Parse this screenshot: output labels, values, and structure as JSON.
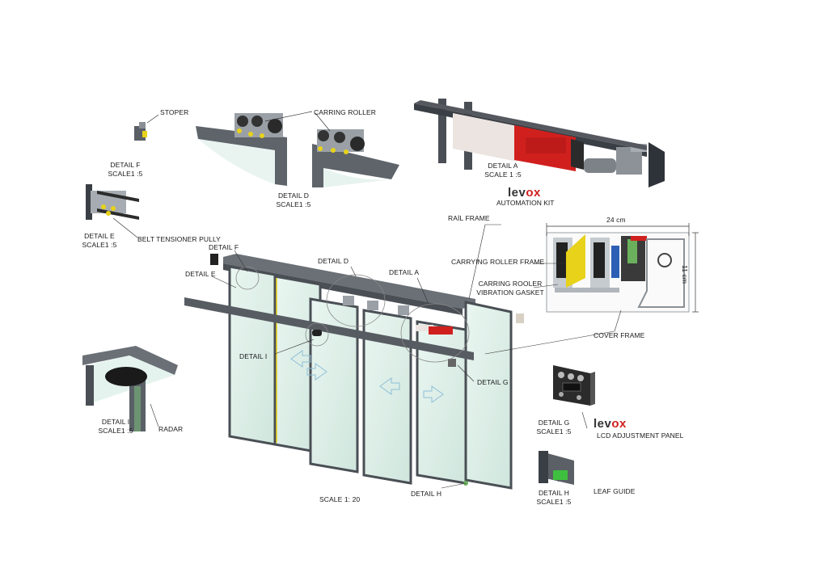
{
  "colors": {
    "frame": "#4a4f55",
    "glass": "#dff0ea",
    "motor_red": "#d0201e",
    "roller_yellow": "#e8d21a",
    "brand_dark": "#333333"
  },
  "brand": {
    "part_a": "lev",
    "part_b": "ox"
  },
  "labels": {
    "stoper": "STOPER",
    "carring_roller": "CARRING ROLLER",
    "detail_f": "DETAIL F",
    "scale_f": "SCALE1 :5",
    "detail_d_small": "DETAIL D",
    "scale_d": "SCALE1 :5",
    "detail_a_small": "DETAIL A",
    "scale_a": "SCALE 1 :5",
    "automation_kit": "AUTOMATION KIT",
    "detail_e_small": "DETAIL E",
    "scale_e": "SCALE1 :5",
    "belt_tensioner": "BELT TENSIONER PULLY",
    "rail_frame": "RAİL FRAME",
    "width_dim": "24 cm",
    "height_dim": "11 cm",
    "carrying_roller_frame": "CARRYING ROLLER FRAME",
    "vibration_gasket_1": "CARRING ROOLER",
    "vibration_gasket_2": "VIBRATION GASKET",
    "cover_frame": "COVER FRAME",
    "callout_f": "DETAIL F",
    "callout_e": "DETAIL E",
    "callout_d": "DETAIL D",
    "callout_a": "DETAIL A",
    "callout_i": "DETAIL I",
    "callout_g": "DETAIL G",
    "callout_h": "DETAIL H",
    "detail_i_small": "DETAIL I",
    "scale_i": "SCALE1 :5",
    "radar": "RADAR",
    "detail_g_small": "DETAIL G",
    "scale_g": "SCALE1 :5",
    "lcd_panel": "LCD ADJUSTMENT PANEL",
    "detail_h_small": "DETAIL H",
    "scale_h": "SCALE1 :5",
    "leaf_guide": "LEAF GUIDE",
    "main_scale": "SCALE 1: 20"
  }
}
